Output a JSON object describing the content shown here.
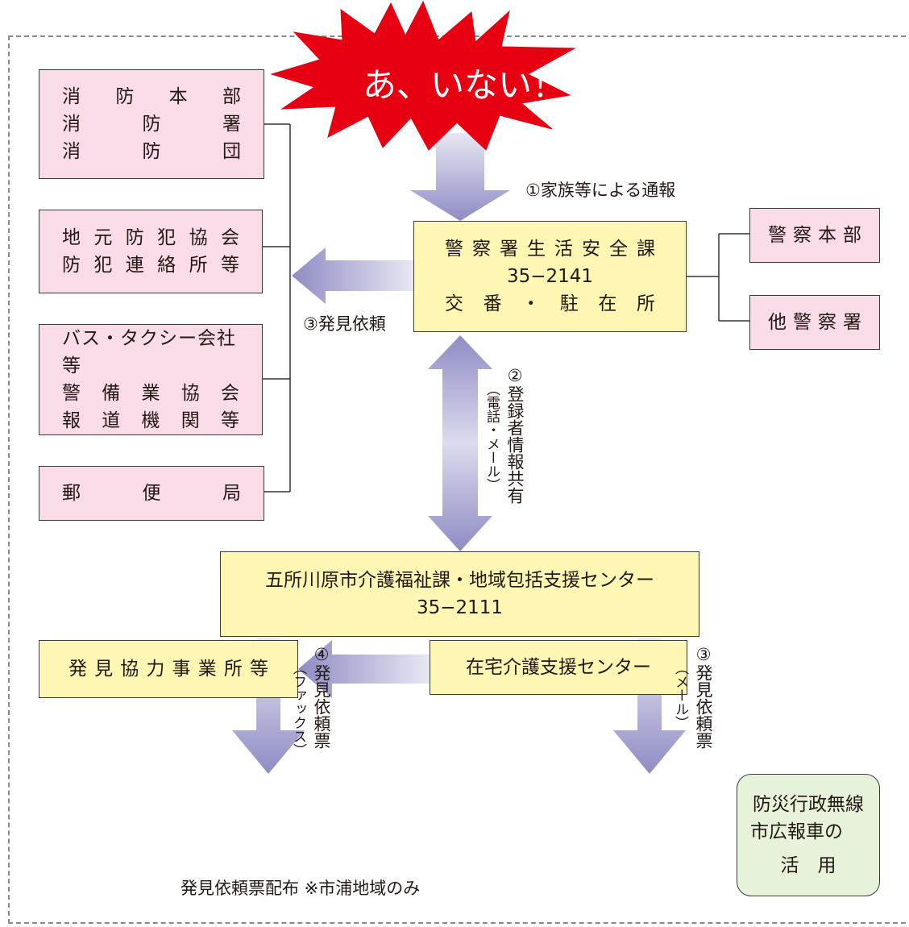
{
  "burst_text": "あ、いない！",
  "left_boxes": [
    {
      "rows": [
        [
          "消",
          "防",
          "本",
          "部"
        ],
        [
          "消",
          "防",
          "署"
        ],
        [
          "消",
          "防",
          "団"
        ]
      ]
    },
    {
      "rows": [
        [
          "地",
          "元",
          "防",
          "犯",
          "協",
          "会"
        ],
        [
          "防",
          "犯",
          "連",
          "絡",
          "所",
          "等"
        ]
      ]
    },
    {
      "rows": [
        [
          "バス・タクシー会社等"
        ],
        [
          "警",
          "備",
          "業",
          "協",
          "会"
        ],
        [
          "報",
          "道",
          "機",
          "関",
          "等"
        ]
      ]
    },
    {
      "rows": [
        [
          "郵",
          "便",
          "局"
        ]
      ]
    }
  ],
  "police": {
    "line1": [
      "警",
      "察",
      "署",
      "生",
      "活",
      "安",
      "全",
      "課"
    ],
    "line2": "35−2141",
    "line3": [
      "交",
      "番",
      "・",
      "駐",
      "在",
      "所"
    ]
  },
  "right_boxes": {
    "hq": [
      "警",
      "察",
      "本",
      "部"
    ],
    "other": [
      "他",
      "警",
      "察",
      "署"
    ]
  },
  "city": {
    "line1": "五所川原市介護福祉課・地域包括支援センター",
    "line2": "35−2111"
  },
  "discovery": [
    "発",
    "見",
    "協",
    "力",
    "事",
    "業",
    "所",
    "等"
  ],
  "home_care": "在宅介護支援センター",
  "broadcast": {
    "line1": "防災行政無線",
    "line2": "市広報車の",
    "line3": "活　用"
  },
  "labels": {
    "report": "①家族等による通報",
    "request_left": "③発見依頼",
    "share_main": "②登録者情報共有",
    "share_sub": "（電話・メール）",
    "fax_main": "④発見依頼票",
    "fax_sub": "（ファックス）",
    "mail_main": "③発見依頼票",
    "mail_sub": "（メール）",
    "distribution": "発見依頼票配布 ※市浦地域のみ"
  },
  "colors": {
    "pink": "#fadbe8",
    "yellow": "#fdf7b3",
    "green": "#e6f3da",
    "burst": "#e60012",
    "arrow": "#8e8cc4"
  }
}
